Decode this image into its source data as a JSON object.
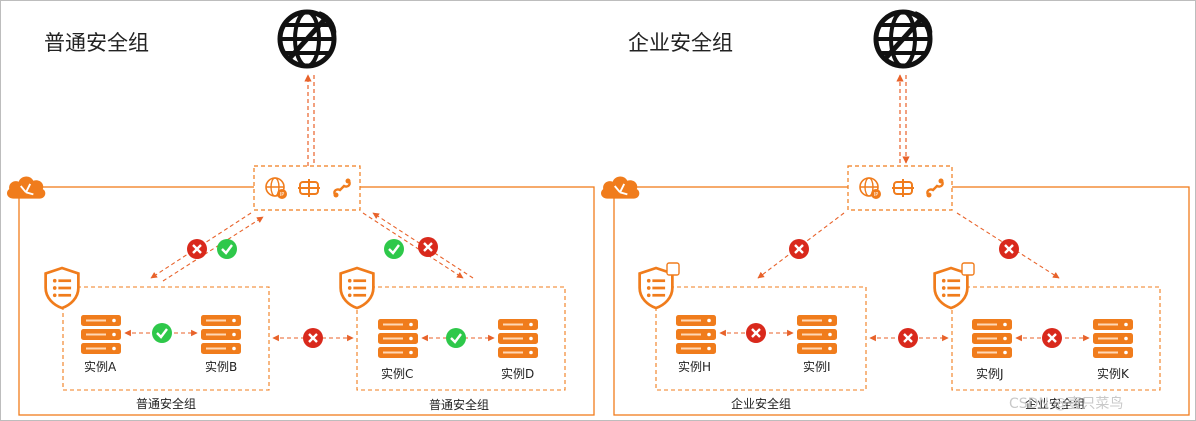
{
  "left": {
    "title": "普通安全组",
    "group_left_label": "普通安全组",
    "group_right_label": "普通安全组",
    "instances": {
      "a": "实例A",
      "b": "实例B",
      "c": "实例C",
      "d": "实例D"
    }
  },
  "right": {
    "title": "企业安全组",
    "group_left_label": "企业安全组",
    "group_right_label": "企业安全组",
    "instances": {
      "h": "实例H",
      "i": "实例I",
      "j": "实例J",
      "k": "实例K"
    }
  },
  "watermark": "CSDN @壹只菜鸟",
  "colors": {
    "accent": "#f07c1c",
    "dash": "#e8622a",
    "allow": "#2ec84a",
    "deny": "#d9291c"
  },
  "icons": [
    "globe-icon",
    "cloud-icon",
    "internet-gateway-icon",
    "nat-gateway-icon",
    "vpn-icon",
    "shield-icon",
    "server-icon",
    "check-icon",
    "cross-icon"
  ]
}
